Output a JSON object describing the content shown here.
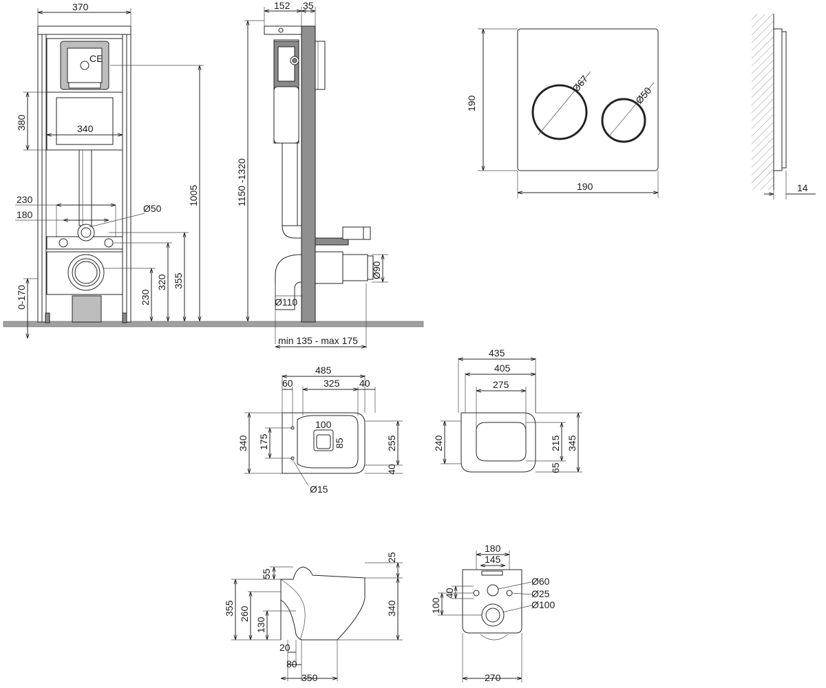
{
  "frame_front": {
    "width_top": "370",
    "height_380": "380",
    "width_340": "340",
    "dim_230": "230",
    "dim_180": "180",
    "dia_50": "Ø50",
    "dim_1005": "1005",
    "dim_355": "355",
    "dim_320": "320",
    "dim_230b": "230",
    "dim_0_170": "0-170"
  },
  "frame_side": {
    "dim_152": "152",
    "dim_35": "35",
    "dim_1150_1320": "1150 -1320",
    "dia_110": "Ø110",
    "dia_90": "Ø90",
    "min_max": "min 135 - max 175"
  },
  "flush_plate": {
    "height": "190",
    "width": "190",
    "dia_67": "Ø67",
    "dia_50": "Ø50",
    "depth": "14"
  },
  "bowl_top": {
    "dim_485": "485",
    "dim_60": "60",
    "dim_325": "325",
    "dim_40a": "40",
    "dim_340": "340",
    "dim_175": "175",
    "dim_100": "100",
    "dim_85": "85",
    "dim_255": "255",
    "dim_40b": "40",
    "dia_15": "Ø15"
  },
  "seat_top": {
    "dim_435": "435",
    "dim_405": "405",
    "dim_275": "275",
    "dim_240": "240",
    "dim_215": "215",
    "dim_345": "345",
    "dim_65": "65"
  },
  "bowl_side": {
    "dim_25": "25",
    "dim_55": "55",
    "dim_355": "355",
    "dim_260": "260",
    "dim_130": "130",
    "dim_340": "340",
    "dim_20": "20",
    "dim_80": "80",
    "dim_350": "350"
  },
  "bowl_back": {
    "dim_180": "180",
    "dim_145": "145",
    "dia_60": "Ø60",
    "dim_40": "40",
    "dia_25": "Ø25",
    "dim_100": "100",
    "dia_100": "Ø100",
    "dim_270": "270"
  }
}
